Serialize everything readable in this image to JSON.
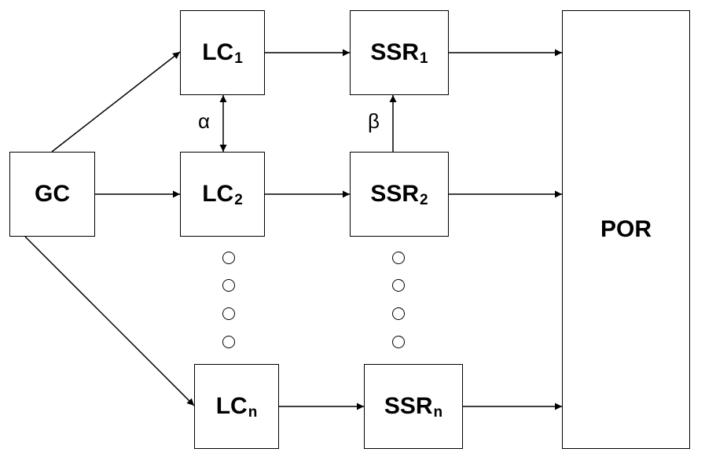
{
  "nodes": {
    "gc": {
      "label": "GC",
      "sub": ""
    },
    "lc1": {
      "label": "LC",
      "sub": "1"
    },
    "lc2": {
      "label": "LC",
      "sub": "2"
    },
    "lcn": {
      "label": "LC",
      "sub": "n"
    },
    "ssr1": {
      "label": "SSR",
      "sub": "1"
    },
    "ssr2": {
      "label": "SSR",
      "sub": "2"
    },
    "ssrn": {
      "label": "SSR",
      "sub": "n"
    },
    "por": {
      "label": "POR",
      "sub": ""
    }
  },
  "edge_labels": {
    "alpha": "α",
    "beta": "β"
  },
  "edges": [
    {
      "from": "GC",
      "to": "LC1"
    },
    {
      "from": "GC",
      "to": "LC2"
    },
    {
      "from": "GC",
      "to": "LCn"
    },
    {
      "from": "LC1",
      "to": "SSR1"
    },
    {
      "from": "LC2",
      "to": "SSR2"
    },
    {
      "from": "LCn",
      "to": "SSRn"
    },
    {
      "from": "LC1",
      "to": "LC2",
      "bidirectional": true,
      "label": "α"
    },
    {
      "from": "SSR2",
      "to": "SSR1",
      "label": "β"
    },
    {
      "from": "SSR1",
      "to": "POR"
    },
    {
      "from": "SSR2",
      "to": "POR"
    },
    {
      "from": "SSRn",
      "to": "POR"
    }
  ],
  "colors": {
    "stroke": "#000000",
    "background": "#ffffff"
  }
}
